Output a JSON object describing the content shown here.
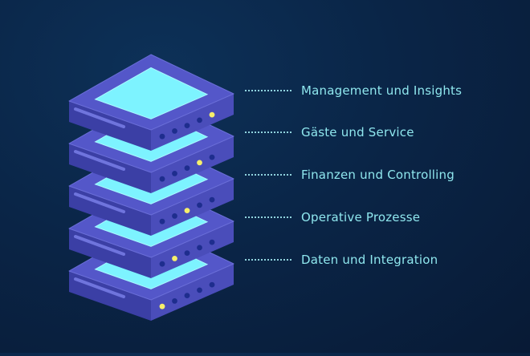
{
  "layers": [
    {
      "label": "Management und Insights",
      "indicator_on_dot": 4
    },
    {
      "label": "Gäste und Service",
      "indicator_on_dot": 3
    },
    {
      "label": "Finanzen und Controlling",
      "indicator_on_dot": 2
    },
    {
      "label": "Operative Prozesse",
      "indicator_on_dot": 1
    },
    {
      "label": "Daten und Integration",
      "indicator_on_dot": 0
    }
  ],
  "colors": {
    "background_top": "#0c2e55",
    "background_bottom": "#081a35",
    "layer_top": "#5457c9",
    "layer_side_left": "#3b3fa5",
    "layer_side_right": "#4a4dba",
    "screen": "#7df3ff",
    "dot": "#1e2d8e",
    "indicator": "#f6ef6b",
    "label": "#8fe7ee"
  }
}
